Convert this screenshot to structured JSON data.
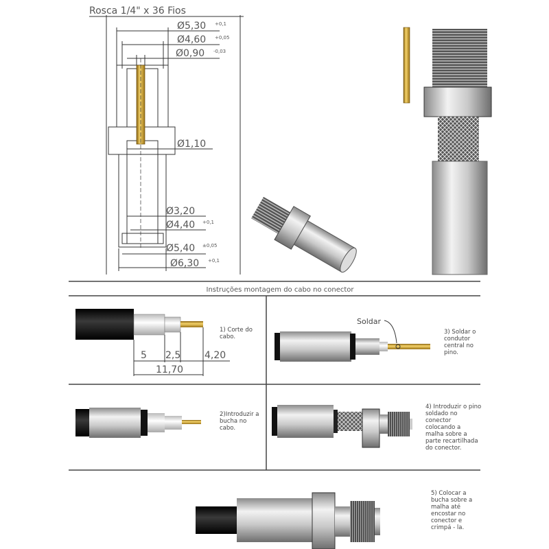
{
  "drawing": {
    "thread_label": "Rosca 1/4\" x 36 Fios",
    "dims": [
      {
        "value": "Ø5,30",
        "tol": "+0,1"
      },
      {
        "value": "Ø4,60",
        "tol": "+0,05"
      },
      {
        "value": "Ø0,90",
        "tol": "-0,03"
      },
      {
        "value": "Ø1,10",
        "tol": ""
      },
      {
        "value": "Ø3,20",
        "tol": ""
      },
      {
        "value": "Ø4,40",
        "tol": "+0,1"
      },
      {
        "value": "Ø5,40",
        "tol": "±0,05"
      },
      {
        "value": "Ø6,30",
        "tol": "+0,1"
      }
    ]
  },
  "instructions": {
    "title": "Instruções montagem do cabo no conector",
    "step1": {
      "lines": [
        "1) Corte do",
        "cabo."
      ],
      "dims": [
        "5",
        "2,5",
        "4,20",
        "11,70"
      ]
    },
    "step2": {
      "lines": [
        "2)Introduzir a",
        "bucha no",
        "cabo."
      ]
    },
    "step3": {
      "lines": [
        "3) Soldar o",
        "condutor",
        "central no",
        "pino."
      ],
      "callout": "Soldar"
    },
    "step4": {
      "lines": [
        "4) Introduzir o pino",
        "soldado no",
        "conector",
        "colocando a",
        "malha sobre a",
        "parte recartilhada",
        "do conector."
      ]
    },
    "step5": {
      "lines": [
        "5) Colocar a",
        "bucha sobre a",
        "malha até",
        "encostar no",
        "conector e",
        "crimpá - la."
      ]
    }
  },
  "colors": {
    "gold": "#d4a52a",
    "cable": "#1a1a1a",
    "metal": "#c8c8c8"
  }
}
